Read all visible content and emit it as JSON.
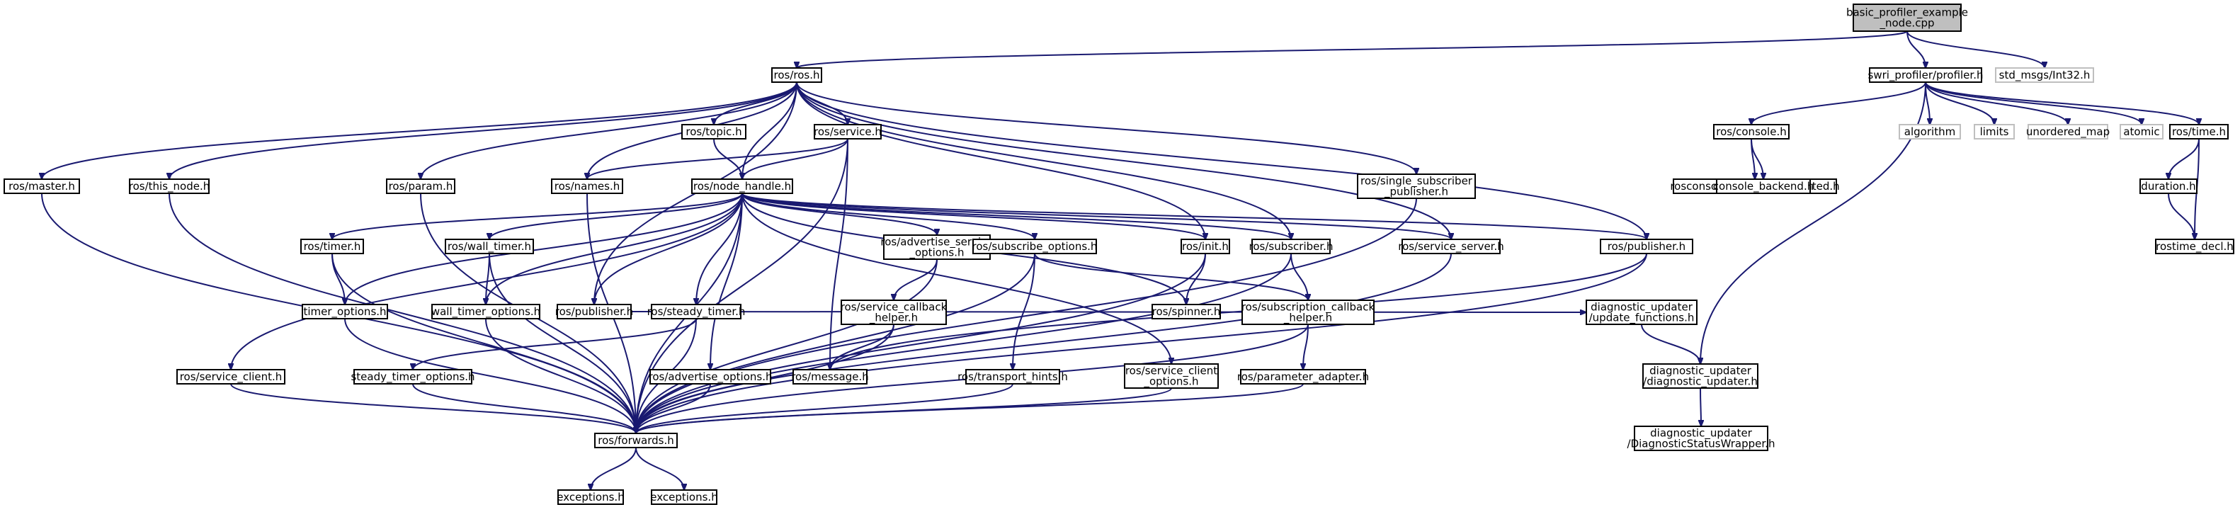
{
  "colors": {
    "edge": "#191970",
    "node_border": "#000000",
    "external_border": "#bfbfbf",
    "root_fill": "#bfbfbf",
    "node_fill": "#ffffff"
  },
  "nodes": [
    {
      "id": "root",
      "lines": [
        "basic_profiler_example",
        "_node.cpp"
      ],
      "kind": "root"
    },
    {
      "id": "ros_h",
      "lines": [
        "ros/ros.h"
      ]
    },
    {
      "id": "swri_profiler",
      "lines": [
        "swri_profiler/profiler.h"
      ]
    },
    {
      "id": "int32",
      "lines": [
        "std_msgs/Int32.h"
      ],
      "kind": "external"
    },
    {
      "id": "master",
      "lines": [
        "ros/master.h"
      ]
    },
    {
      "id": "this_node",
      "lines": [
        "ros/this_node.h"
      ]
    },
    {
      "id": "param",
      "lines": [
        "ros/param.h"
      ]
    },
    {
      "id": "topic",
      "lines": [
        "ros/topic.h"
      ]
    },
    {
      "id": "service",
      "lines": [
        "ros/service.h"
      ]
    },
    {
      "id": "names",
      "lines": [
        "ros/names.h"
      ]
    },
    {
      "id": "node_handle",
      "lines": [
        "ros/node_handle.h"
      ]
    },
    {
      "id": "single_sub_pub",
      "lines": [
        "ros/single_subscriber",
        "_publisher.h"
      ]
    },
    {
      "id": "console",
      "lines": [
        "ros/console.h"
      ]
    },
    {
      "id": "algorithm",
      "lines": [
        "algorithm"
      ],
      "kind": "external"
    },
    {
      "id": "limits",
      "lines": [
        "limits"
      ],
      "kind": "external"
    },
    {
      "id": "unordered_map",
      "lines": [
        "unordered_map"
      ],
      "kind": "external"
    },
    {
      "id": "atomic",
      "lines": [
        "atomic"
      ],
      "kind": "external"
    },
    {
      "id": "time",
      "lines": [
        "ros/time.h"
      ]
    },
    {
      "id": "macros_generated",
      "lines": [
        "rosconsole/macros_generated.h"
      ]
    },
    {
      "id": "console_backend",
      "lines": [
        "console_backend.h"
      ]
    },
    {
      "id": "duration",
      "lines": [
        "duration.h"
      ]
    },
    {
      "id": "rostime_decl",
      "lines": [
        "rostime_decl.h"
      ]
    },
    {
      "id": "timer",
      "lines": [
        "ros/timer.h"
      ]
    },
    {
      "id": "wall_timer",
      "lines": [
        "ros/wall_timer.h"
      ]
    },
    {
      "id": "adv_srv_opts",
      "lines": [
        "ros/advertise_service",
        "_options.h"
      ]
    },
    {
      "id": "sub_opts",
      "lines": [
        "ros/subscribe_options.h"
      ]
    },
    {
      "id": "init",
      "lines": [
        "ros/init.h"
      ]
    },
    {
      "id": "subscriber",
      "lines": [
        "ros/subscriber.h"
      ]
    },
    {
      "id": "service_server",
      "lines": [
        "ros/service_server.h"
      ]
    },
    {
      "id": "publisher_ros",
      "lines": [
        "ros/publisher.h"
      ]
    },
    {
      "id": "publisher_h",
      "lines": [
        "ros/publisher.h"
      ]
    },
    {
      "id": "timer_options",
      "lines": [
        "timer_options.h"
      ]
    },
    {
      "id": "wall_timer_options",
      "lines": [
        "wall_timer_options.h"
      ]
    },
    {
      "id": "steady_timer",
      "lines": [
        "ros/steady_timer.h"
      ]
    },
    {
      "id": "srv_cb_helper",
      "lines": [
        "ros/service_callback",
        "_helper.h"
      ]
    },
    {
      "id": "spinner",
      "lines": [
        "ros/spinner.h"
      ]
    },
    {
      "id": "sub_cb_helper",
      "lines": [
        "ros/subscription_callback",
        "_helper.h"
      ]
    },
    {
      "id": "diag_update_functions",
      "lines": [
        "diagnostic_updater",
        "/update_functions.h"
      ]
    },
    {
      "id": "service_client",
      "lines": [
        "ros/service_client.h"
      ]
    },
    {
      "id": "steady_timer_options",
      "lines": [
        "steady_timer_options.h"
      ]
    },
    {
      "id": "advertise_options",
      "lines": [
        "ros/advertise_options.h"
      ]
    },
    {
      "id": "message",
      "lines": [
        "ros/message.h"
      ]
    },
    {
      "id": "transport_hints",
      "lines": [
        "ros/transport_hints.h"
      ]
    },
    {
      "id": "srv_client_opts",
      "lines": [
        "ros/service_client",
        "_options.h"
      ]
    },
    {
      "id": "parameter_adapter",
      "lines": [
        "ros/parameter_adapter.h"
      ]
    },
    {
      "id": "diag_updater",
      "lines": [
        "diagnostic_updater",
        "/diagnostic_updater.h"
      ]
    },
    {
      "id": "forwards",
      "lines": [
        "ros/forwards.h"
      ]
    },
    {
      "id": "diag_status_wrapper",
      "lines": [
        "diagnostic_updater",
        "/DiagnosticStatusWrapper.h"
      ]
    },
    {
      "id": "exceptions_1",
      "lines": [
        "exceptions.h"
      ]
    },
    {
      "id": "exceptions_2",
      "lines": [
        "exceptions.h"
      ]
    }
  ],
  "edges": [
    [
      "root",
      "ros_h"
    ],
    [
      "root",
      "swri_profiler"
    ],
    [
      "root",
      "int32"
    ],
    [
      "ros_h",
      "master"
    ],
    [
      "ros_h",
      "this_node"
    ],
    [
      "ros_h",
      "param"
    ],
    [
      "ros_h",
      "topic"
    ],
    [
      "ros_h",
      "service"
    ],
    [
      "ros_h",
      "names"
    ],
    [
      "ros_h",
      "node_handle"
    ],
    [
      "ros_h",
      "publisher_ros"
    ],
    [
      "ros_h",
      "single_sub_pub"
    ],
    [
      "ros_h",
      "init"
    ],
    [
      "ros_h",
      "subscriber"
    ],
    [
      "ros_h",
      "service_server"
    ],
    [
      "ros_h",
      "publisher_h"
    ],
    [
      "swri_profiler",
      "console"
    ],
    [
      "swri_profiler",
      "algorithm"
    ],
    [
      "swri_profiler",
      "limits"
    ],
    [
      "swri_profiler",
      "unordered_map"
    ],
    [
      "swri_profiler",
      "atomic"
    ],
    [
      "swri_profiler",
      "time"
    ],
    [
      "swri_profiler",
      "diag_updater"
    ],
    [
      "console",
      "macros_generated"
    ],
    [
      "console",
      "console_backend"
    ],
    [
      "time",
      "duration"
    ],
    [
      "time",
      "rostime_decl"
    ],
    [
      "duration",
      "rostime_decl"
    ],
    [
      "topic",
      "node_handle"
    ],
    [
      "service",
      "names"
    ],
    [
      "service",
      "node_handle"
    ],
    [
      "service",
      "message"
    ],
    [
      "service",
      "forwards"
    ],
    [
      "master",
      "forwards"
    ],
    [
      "this_node",
      "forwards"
    ],
    [
      "param",
      "forwards"
    ],
    [
      "names",
      "forwards"
    ],
    [
      "node_handle",
      "forwards"
    ],
    [
      "node_handle",
      "timer"
    ],
    [
      "node_handle",
      "timer_options"
    ],
    [
      "node_handle",
      "wall_timer"
    ],
    [
      "node_handle",
      "wall_timer_options"
    ],
    [
      "node_handle",
      "publisher_ros"
    ],
    [
      "node_handle",
      "steady_timer"
    ],
    [
      "node_handle",
      "adv_srv_opts"
    ],
    [
      "node_handle",
      "advertise_options"
    ],
    [
      "node_handle",
      "sub_opts"
    ],
    [
      "node_handle",
      "init"
    ],
    [
      "node_handle",
      "spinner"
    ],
    [
      "node_handle",
      "subscriber"
    ],
    [
      "node_handle",
      "service_server"
    ],
    [
      "node_handle",
      "service_client"
    ],
    [
      "node_handle",
      "srv_client_opts"
    ],
    [
      "node_handle",
      "publisher_h"
    ],
    [
      "single_sub_pub",
      "forwards"
    ],
    [
      "timer",
      "timer_options"
    ],
    [
      "timer",
      "forwards"
    ],
    [
      "wall_timer",
      "wall_timer_options"
    ],
    [
      "wall_timer",
      "forwards"
    ],
    [
      "timer_options",
      "forwards"
    ],
    [
      "wall_timer_options",
      "forwards"
    ],
    [
      "publisher_ros",
      "message"
    ],
    [
      "publisher_ros",
      "forwards"
    ],
    [
      "steady_timer",
      "steady_timer_options"
    ],
    [
      "steady_timer",
      "forwards"
    ],
    [
      "steady_timer_options",
      "forwards"
    ],
    [
      "service_client",
      "forwards"
    ],
    [
      "advertise_options",
      "forwards"
    ],
    [
      "adv_srv_opts",
      "srv_cb_helper"
    ],
    [
      "adv_srv_opts",
      "forwards"
    ],
    [
      "srv_cb_helper",
      "message"
    ],
    [
      "srv_cb_helper",
      "forwards"
    ],
    [
      "sub_opts",
      "transport_hints"
    ],
    [
      "sub_opts",
      "sub_cb_helper"
    ],
    [
      "sub_opts",
      "forwards"
    ],
    [
      "transport_hints",
      "forwards"
    ],
    [
      "init",
      "spinner"
    ],
    [
      "init",
      "forwards"
    ],
    [
      "subscriber",
      "sub_cb_helper"
    ],
    [
      "subscriber",
      "forwards"
    ],
    [
      "sub_cb_helper",
      "parameter_adapter"
    ],
    [
      "sub_cb_helper",
      "forwards"
    ],
    [
      "parameter_adapter",
      "forwards"
    ],
    [
      "srv_client_opts",
      "forwards"
    ],
    [
      "service_server",
      "forwards"
    ],
    [
      "publisher_h",
      "diag_update_functions"
    ],
    [
      "diag_update_functions",
      "diag_updater"
    ],
    [
      "diag_updater",
      "diag_status_wrapper"
    ],
    [
      "forwards",
      "exceptions_1"
    ],
    [
      "forwards",
      "exceptions_2"
    ]
  ]
}
